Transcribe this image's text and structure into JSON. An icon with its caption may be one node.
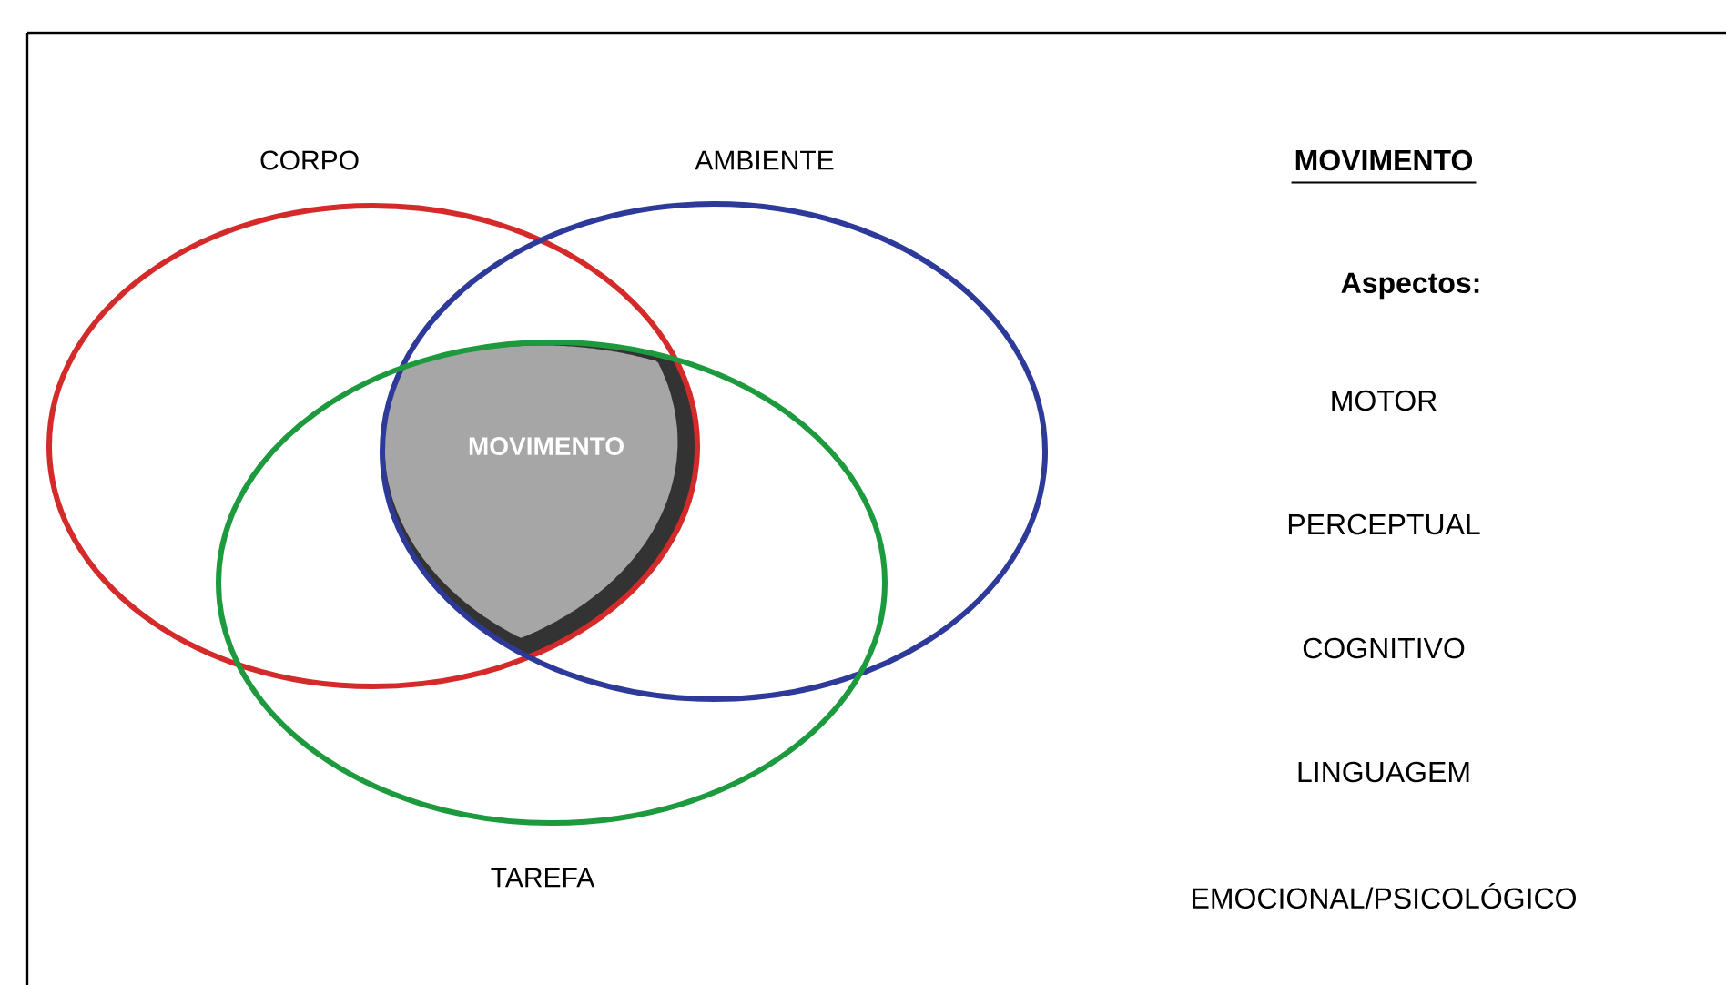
{
  "diagram": {
    "nodes": [
      {
        "text": [
          "CORPO"
        ]
      },
      {
        "text": [
          "AMBIENTE"
        ]
      },
      {
        "text": [
          "TAREFA"
        ]
      },
      {
        "text": [
          "MOVIMENTO"
        ]
      }
    ],
    "labels": [
      "MOVIMENTO",
      "Aspectos:",
      "MOTOR",
      "PERCEPTUAL",
      "COGNITIVO",
      "LINGUAGEM",
      "EMOCIONAL/PSICOLÓGICO"
    ]
  }
}
